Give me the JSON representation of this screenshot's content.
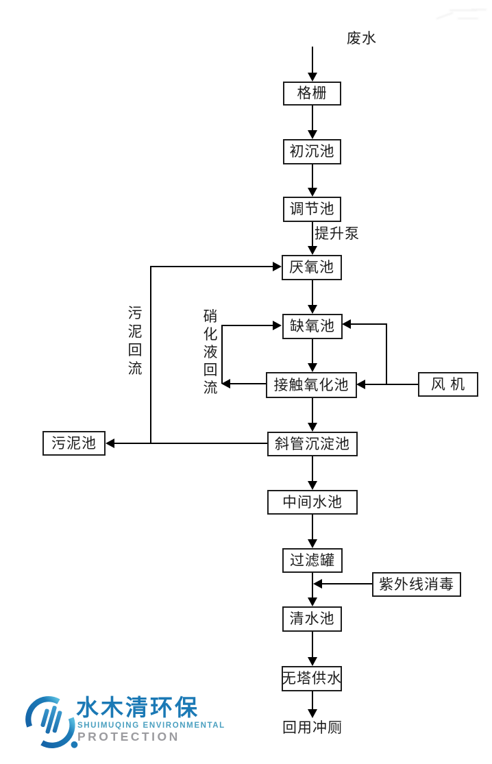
{
  "diagram": {
    "source_label": "废水",
    "output_label": "回用冲厕",
    "nodes": {
      "grid": "格栅",
      "primary_sedimentation": "初沉池",
      "regulating_tank": "调节池",
      "anaerobic_tank": "厌氧池",
      "anoxic_tank": "缺氧池",
      "contact_oxidation_tank": "接触氧化池",
      "fan": "风 机",
      "inclined_tube_sedimentation_tank": "斜管沉淀池",
      "sludge_tank": "污泥池",
      "intermediate_tank": "中间水池",
      "filter_tank": "过滤罐",
      "uv_disinfection": "紫外线消毒",
      "clear_water_tank": "清水池",
      "towerless_water_supply": "无塔供水"
    },
    "edge_labels": {
      "lift_pump": "提升泵",
      "sludge_return": "污泥回流",
      "nitrified_liquid_return": "硝化液回流"
    },
    "edges": [
      {
        "from": "废水",
        "to": "格栅"
      },
      {
        "from": "格栅",
        "to": "初沉池"
      },
      {
        "from": "初沉池",
        "to": "调节池"
      },
      {
        "from": "调节池",
        "to": "厌氧池",
        "label": "提升泵"
      },
      {
        "from": "厌氧池",
        "to": "缺氧池"
      },
      {
        "from": "缺氧池",
        "to": "接触氧化池"
      },
      {
        "from": "接触氧化池",
        "to": "缺氧池",
        "label": "硝化液回流"
      },
      {
        "from": "风 机",
        "to": "缺氧池"
      },
      {
        "from": "风 机",
        "to": "接触氧化池"
      },
      {
        "from": "接触氧化池",
        "to": "斜管沉淀池"
      },
      {
        "from": "斜管沉淀池",
        "to": "污泥池"
      },
      {
        "from": "斜管沉淀池",
        "to": "厌氧池",
        "label": "污泥回流"
      },
      {
        "from": "斜管沉淀池",
        "to": "中间水池"
      },
      {
        "from": "中间水池",
        "to": "过滤罐"
      },
      {
        "from": "过滤罐",
        "to": "清水池"
      },
      {
        "from": "紫外线消毒",
        "to": "清水池"
      },
      {
        "from": "清水池",
        "to": "无塔供水"
      },
      {
        "from": "无塔供水",
        "to": "回用冲厕"
      }
    ]
  },
  "logo": {
    "cn_name": "水木清环保",
    "en_line1": "SHUIMUQING  ENVIRONMENTAL",
    "en_line2": "PROTECTION",
    "colors": {
      "primary_blue": "#1b79b5",
      "light_blue": "#4ba0c0",
      "gray": "#9b9b9f"
    }
  },
  "colors": {
    "background": "#ffffff",
    "line": "#000000",
    "box_border": "#1c1c1c"
  }
}
